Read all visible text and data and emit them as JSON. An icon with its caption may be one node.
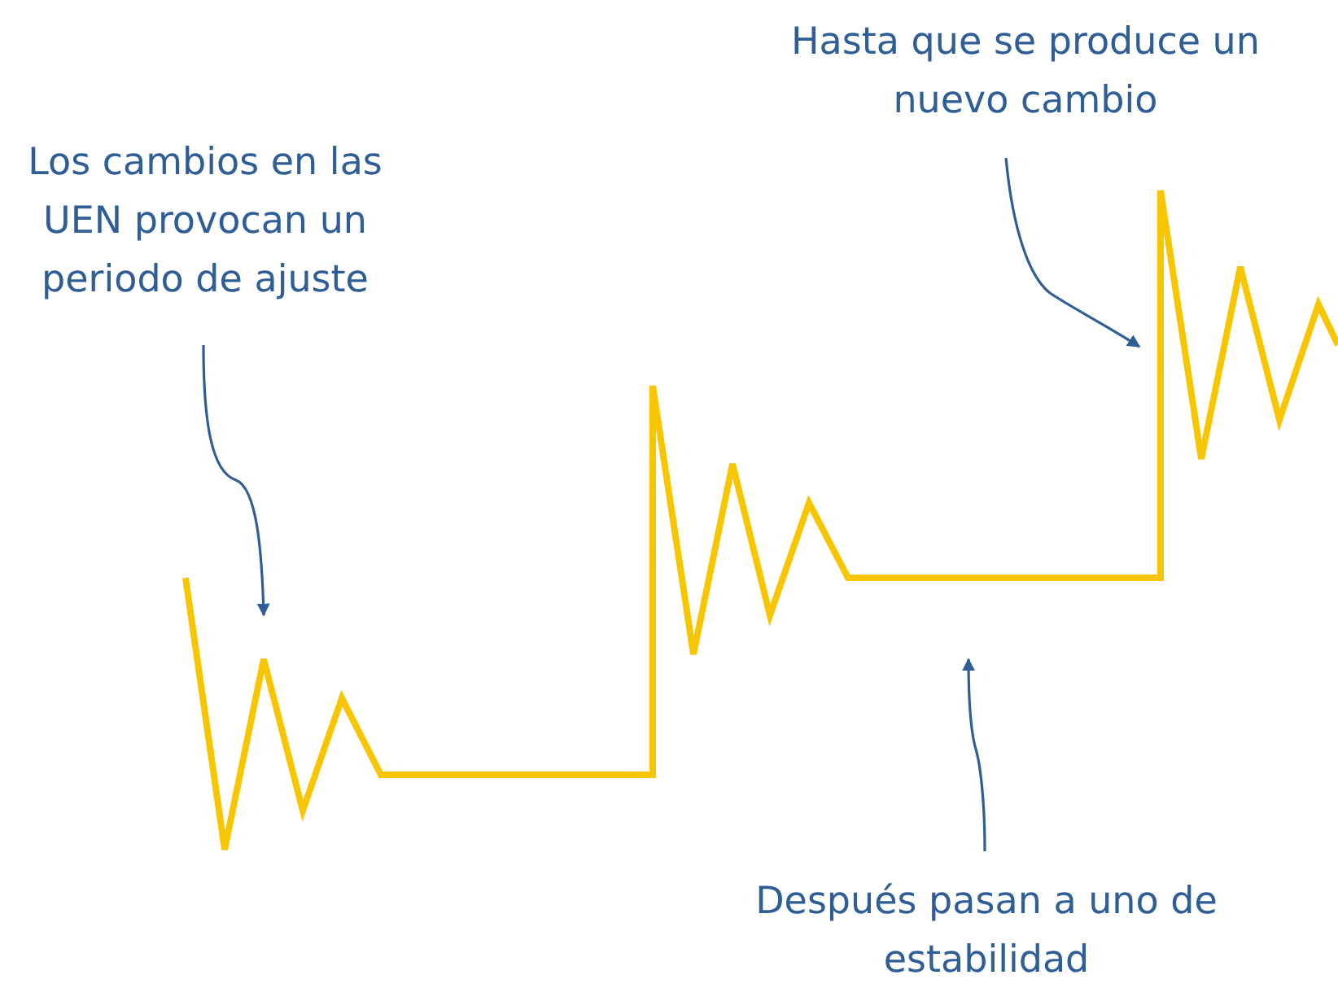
{
  "diagram": {
    "nodes": [
      {
        "text": [
          "Hasta que se produce un nuevo cambio"
        ]
      },
      {
        "text": [
          "Los cambios en las UEN provocan un periodo de ajuste"
        ]
      },
      {
        "text": [
          "Después pasan a uno de estabilidad"
        ]
      }
    ],
    "edges": [
      {
        "from": 0,
        "to": null,
        "arrow": "to"
      },
      {
        "from": 1,
        "to": null,
        "arrow": "to"
      },
      {
        "from": 2,
        "to": null,
        "arrow": "to"
      }
    ]
  }
}
